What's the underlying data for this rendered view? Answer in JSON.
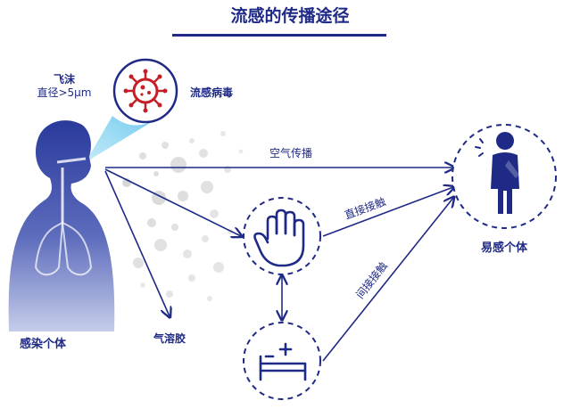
{
  "title": "流感的传播途径",
  "colors": {
    "navy": "#1f2a86",
    "body_light": "#8a96d0",
    "body_dark": "#2a3a9c",
    "cyan": "#8fd6f2",
    "virus_red": "#c41f26",
    "gray_particle": "#b9b9b9"
  },
  "droplet": {
    "label": "飞沫",
    "size": "直径>5μm"
  },
  "virus": {
    "label": "流感病毒",
    "icon": "virus-icon"
  },
  "source": {
    "label": "感染个体",
    "icon": "infected-person-icon"
  },
  "aerosol": {
    "label": "气溶胶"
  },
  "routes": {
    "airborne": "空气传播",
    "direct": "直接接触",
    "indirect": "间接接触"
  },
  "hand": {
    "icon": "hand-icon"
  },
  "bed": {
    "icon": "hospital-bed-icon"
  },
  "target": {
    "label": "易感个体",
    "icon": "sick-person-icon"
  }
}
